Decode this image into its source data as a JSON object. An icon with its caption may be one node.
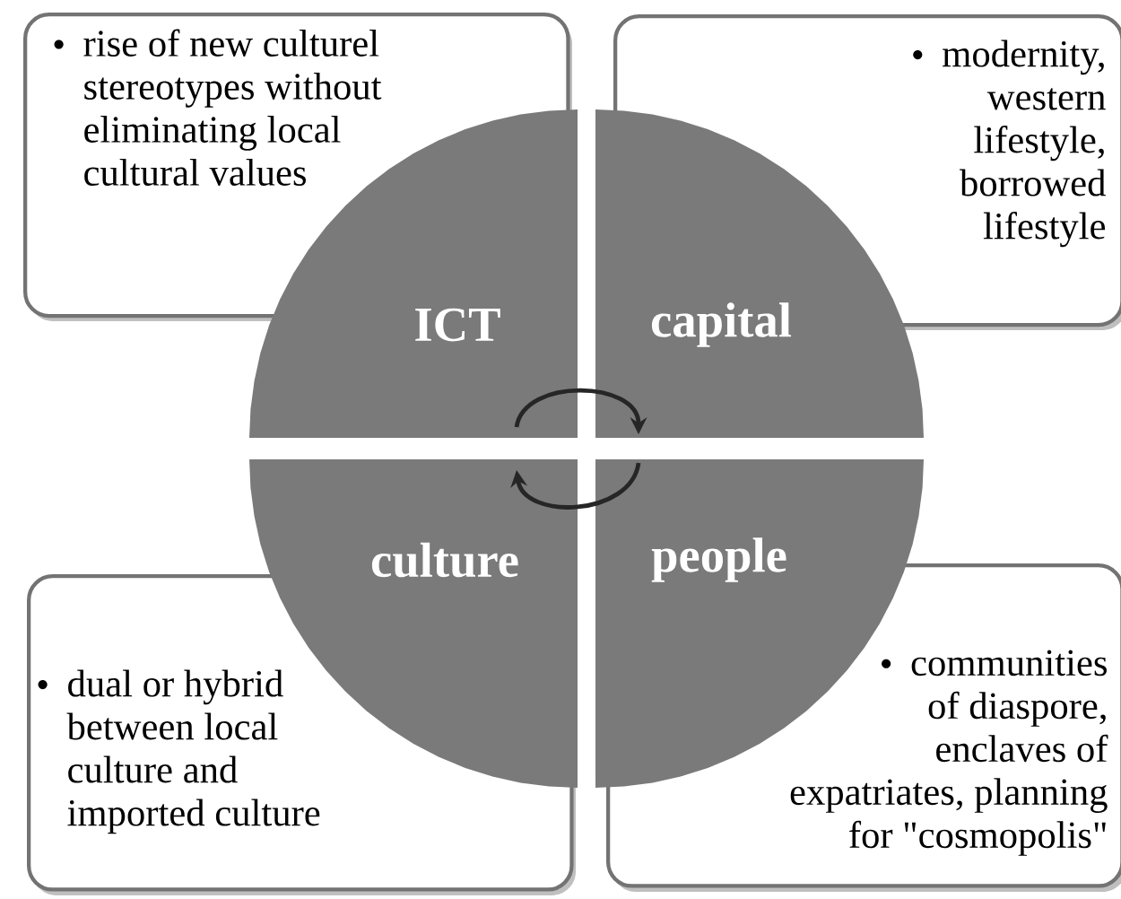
{
  "diagram": {
    "nodes": [
      {
        "text": [
          "rise of new culturel stereotypes without eliminating local cultural values"
        ]
      },
      {
        "text": [
          "modernity, western lifestyle, borrowed lifestyle"
        ]
      },
      {
        "text": [
          "ICT"
        ]
      },
      {
        "text": [
          "capital"
        ]
      },
      {
        "text": [
          "culture"
        ]
      },
      {
        "text": [
          "people"
        ]
      },
      {
        "text": [
          "dual or hybrid between local culture and imported culture"
        ]
      },
      {
        "text": [
          "communities of diaspore, enclaves of expatriates, planning for \"cosmopolis\""
        ]
      }
    ],
    "edges": [
      {
        "from": 2,
        "to": 3,
        "arrow": "to"
      },
      {
        "from": 5,
        "to": 4,
        "arrow": "to"
      }
    ]
  }
}
